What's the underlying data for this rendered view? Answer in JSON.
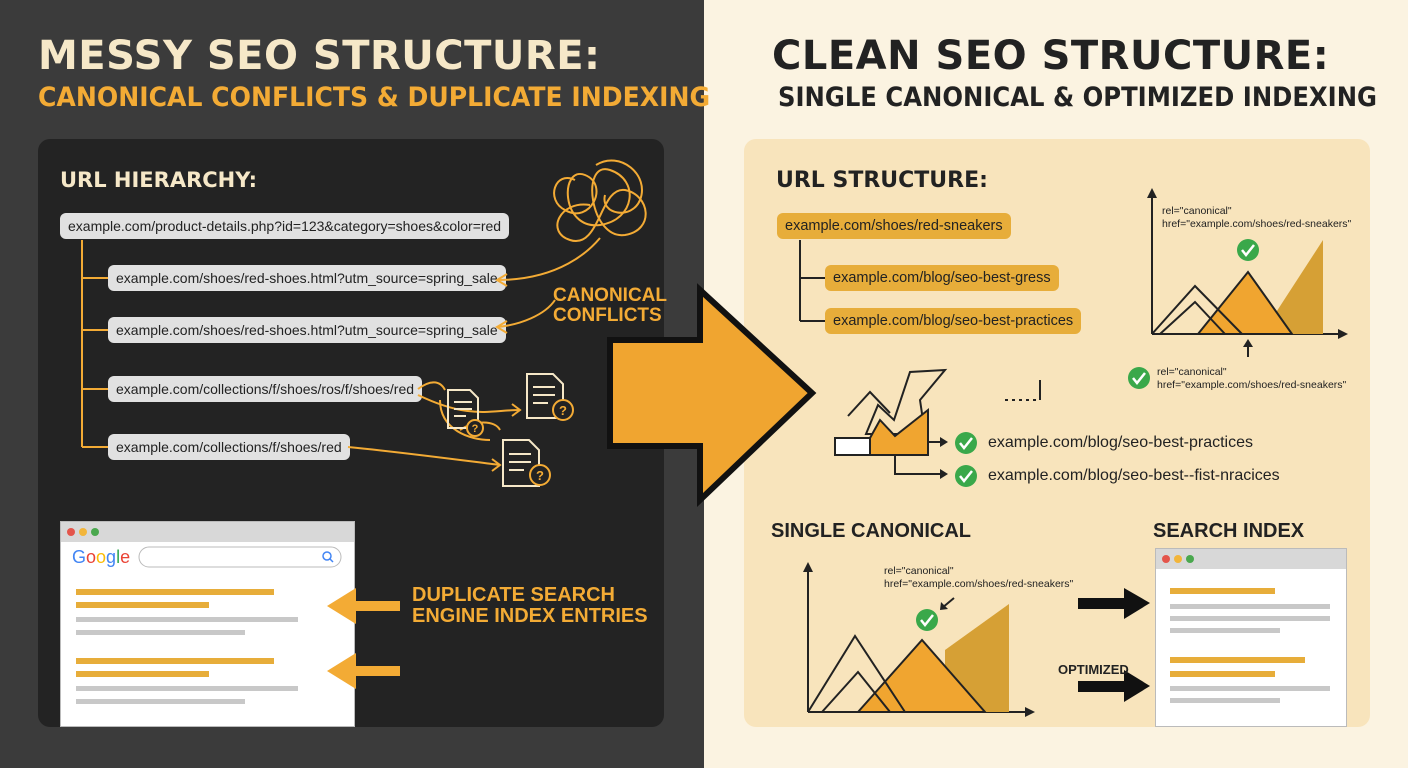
{
  "left": {
    "title": "MESSY SEO STRUCTURE:",
    "subtitle": "CANONICAL CONFLICTS & DUPLICATE INDEXING",
    "heading": "URL HIERARCHY:",
    "urls": [
      "example.com/product-details.php?id=123&category=shoes&color=red",
      "example.com/shoes/red-shoes.html?utm_source=spring_sale",
      "example.com/shoes/red-shoes.html?utm_source=spring_sale",
      "example.com/collections/f/shoes/ros/f/shoes/red",
      "example.com/collections/f/shoes/red"
    ],
    "canonical_label_1": "CANONICAL",
    "canonical_label_2": "CONFLICTS",
    "duplicate_label_1": "DUPLICATE SEARCH",
    "duplicate_label_2": "ENGINE INDEX ENTRIES",
    "google_logo": "Google"
  },
  "right": {
    "title": "CLEAN SEO STRUCTURE:",
    "subtitle": "SINGLE CANONICAL & OPTIMIZED INDEXING",
    "heading": "URL STRUCTURE:",
    "urls": [
      "example.com/shoes/red-sneakers",
      "example.com/blog/seo-best-gress",
      "example.com/blog/seo-best-practices"
    ],
    "canonical_tag_top_1": "rel=\"canonical\"",
    "canonical_tag_top_2": "href=\"example.com/shoes/red-sneakers\"",
    "canonical_tag_mid_1": "rel=\"canonical\"",
    "canonical_tag_mid_2": "href=\"example.com/shoes/red-sneakers\"",
    "checked_urls": [
      "example.com/blog/seo-best-practices",
      "example.com/blog/seo-best--fist-nracices"
    ],
    "single_canonical_label": "SINGLE CANONICAL",
    "search_index_label": "SEARCH INDEX",
    "canonical_tag_bottom_1": "rel=\"canonical\"",
    "canonical_tag_bottom_2": "href=\"example.com/shoes/red-sneakers\"",
    "optimized_label": "OPTIMIZED"
  },
  "colors": {
    "accent_orange": "#f3ab35",
    "gold": "#e7ad3a",
    "check_green": "#3aa84a",
    "dark_panel": "#232323",
    "light_panel": "#f8e4bc"
  }
}
